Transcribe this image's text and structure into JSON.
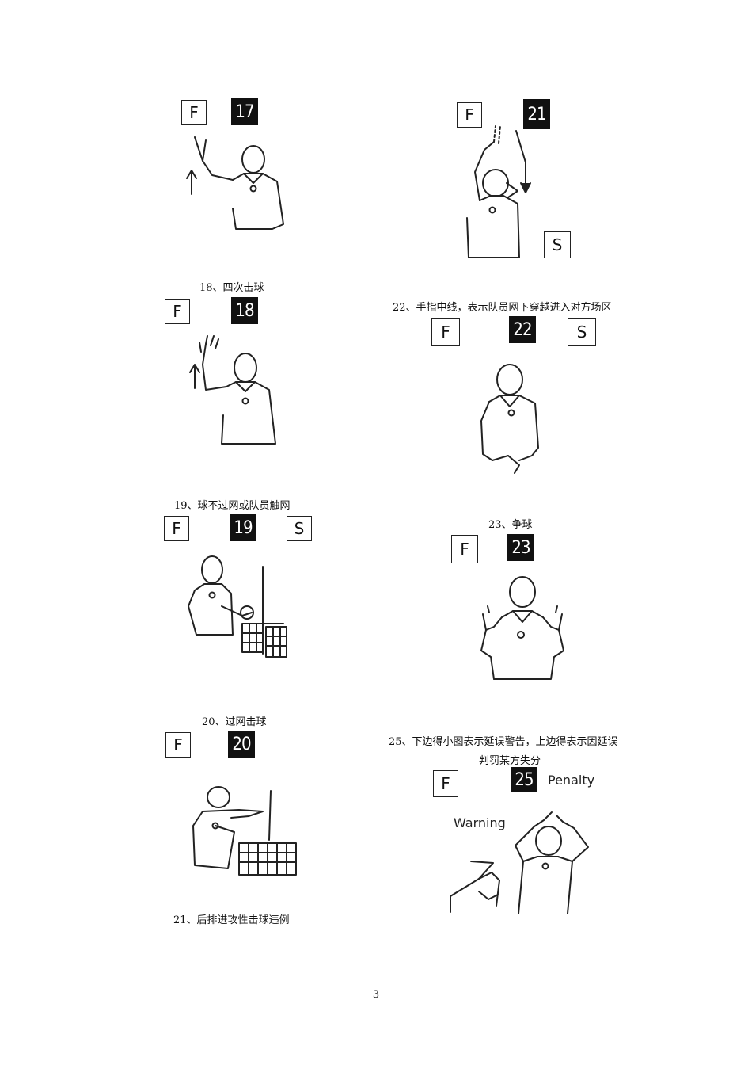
{
  "badges": {
    "f": "F",
    "s": "S"
  },
  "signals": {
    "s17": {
      "number": "17"
    },
    "s18": {
      "number": "18",
      "caption": "18、四次击球"
    },
    "s19": {
      "number": "19",
      "caption": "19、球不过网或队员触网"
    },
    "s20": {
      "number": "20",
      "caption": "20、过网击球"
    },
    "s21": {
      "number": "21",
      "caption": "21、后排进攻性击球违例"
    },
    "s22": {
      "number": "22",
      "caption": "22、手指中线，表示队员网下穿越进入对方场区"
    },
    "s23": {
      "number": "23",
      "caption": "23、争球"
    },
    "s25": {
      "number": "25",
      "caption_line1": "25、下边得小图表示延误警告，上边得表示因延误",
      "caption_line2": "判罚某方失分",
      "penalty_label": "Penalty",
      "warning_label": "Warning"
    }
  },
  "page_number": "3"
}
